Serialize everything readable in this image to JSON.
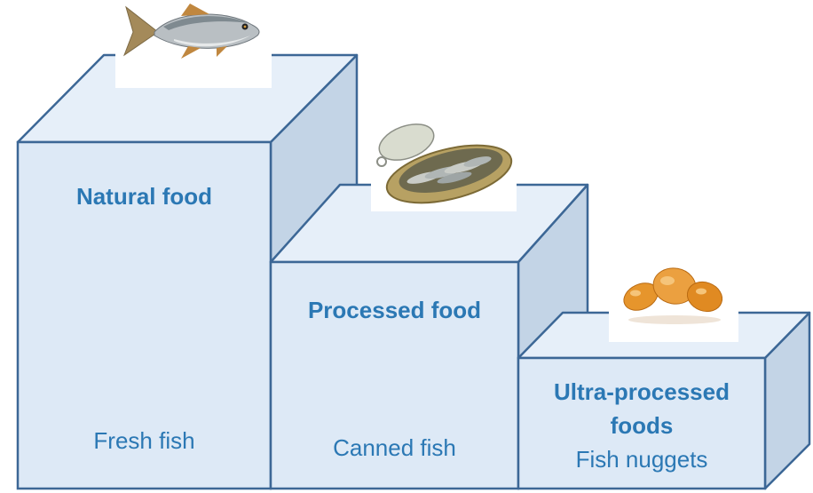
{
  "colors": {
    "front_face": "#dde9f6",
    "top_face": "#e6eff9",
    "side_face": "#c3d4e6",
    "edge": "#3c6796",
    "text": "#2b78b4"
  },
  "steps": [
    {
      "title": "Natural food",
      "example": "Fresh fish",
      "icon": "fresh-fish-photo"
    },
    {
      "title": "Processed food",
      "example": "Canned fish",
      "icon": "canned-sardines-photo"
    },
    {
      "title_line1": "Ultra-processed",
      "title_line2": "foods",
      "example": "Fish nuggets",
      "icon": "fish-nuggets-photo"
    }
  ]
}
